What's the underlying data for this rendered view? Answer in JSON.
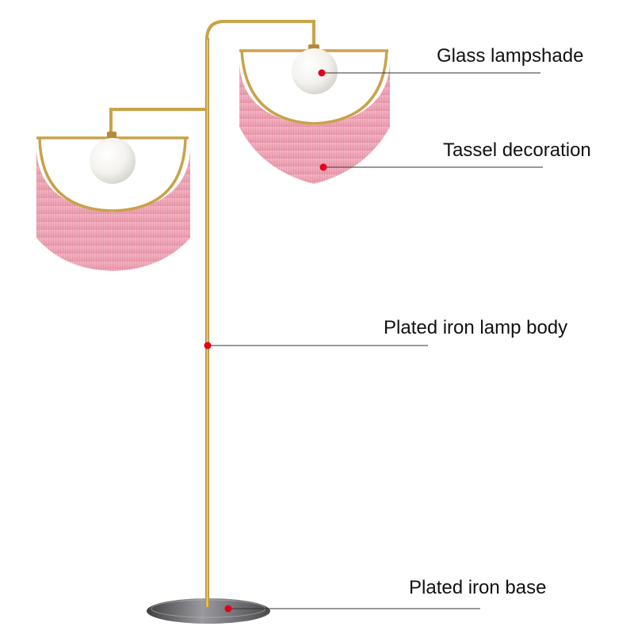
{
  "labels": {
    "glass_lampshade": "Glass lampshade",
    "tassel_decoration": "Tassel decoration",
    "lamp_body": "Plated iron lamp body",
    "base": "Plated iron base"
  },
  "colors": {
    "background": "#ffffff",
    "gold": "#c9a24a",
    "tassel_pink": "#f0a7b8",
    "glass_white": "#f2f1ec",
    "base_gray": "#6f6f72",
    "marker_red": "#e0001b",
    "leader_line": "#333333"
  }
}
